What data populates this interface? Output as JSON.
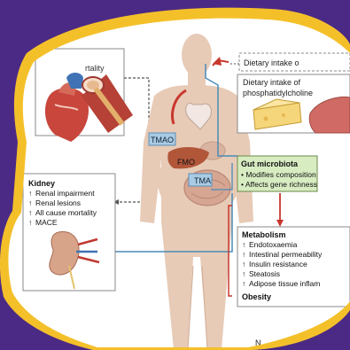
{
  "colors": {
    "background": "#4b2a85",
    "frame": "#f4c02a",
    "panel": "#ffffff",
    "body_skin": "#e7cbb7",
    "microbiota_box": "#d8ecc2",
    "arrow_red": "#c8372d",
    "arrow_blue": "#4a8bb8",
    "box_border": "#7a7a7a"
  },
  "top_left": {
    "partial_text": "rtality"
  },
  "top_right": {
    "dietary_intake": "Dietary intake o",
    "phosphatidylcholine_line1": "Dietary intake of",
    "phosphatidylcholine_line2": "phosphatidylcholine"
  },
  "body_labels": {
    "tmao": "TMAO",
    "fmo": "FMO",
    "tma": "TMA"
  },
  "gut_microbiota": {
    "title": "Gut microbiota",
    "items": [
      "• Modifies composition",
      "• Affects gene richness"
    ]
  },
  "kidney": {
    "title": "Kidney",
    "items": [
      "Renal impairment",
      "Renal lesions",
      "All cause mortality",
      "MACE"
    ]
  },
  "metabolism": {
    "title": "Metabolism",
    "items": [
      "Endotoxaemia",
      "Intestinal permeability",
      "Insulin resistance",
      "Steatosis",
      "Adipose tissue inflam"
    ],
    "footer": "Obesity"
  },
  "bottom_partial": "N"
}
